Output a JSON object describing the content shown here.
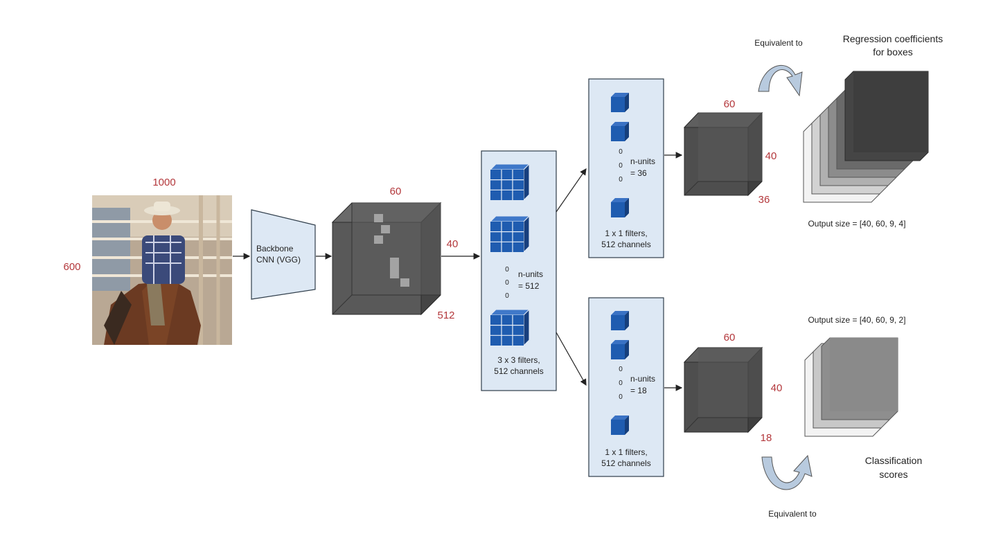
{
  "input": {
    "width_label": "1000",
    "height_label": "600"
  },
  "backbone": {
    "line1": "Backbone",
    "line2": "CNN (VGG)"
  },
  "feature_map": {
    "width": "60",
    "height": "40",
    "depth": "512"
  },
  "conv3x3": {
    "units_line1": "n-units",
    "units_line2": "= 512",
    "caption_line1": "3 x 3 filters,",
    "caption_line2": "512 channels",
    "dot": "0"
  },
  "reg_conv": {
    "units_line1": "n-units",
    "units_line2": "= 36",
    "caption_line1": "1 x 1 filters,",
    "caption_line2": "512 channels",
    "dot": "0"
  },
  "cls_conv": {
    "units_line1": "n-units",
    "units_line2": "= 18",
    "caption_line1": "1 x 1 filters,",
    "caption_line2": "512 channels",
    "dot": "0"
  },
  "reg_output": {
    "width": "60",
    "height": "40",
    "depth": "36"
  },
  "cls_output": {
    "width": "60",
    "height": "40",
    "depth": "18"
  },
  "reg_result": {
    "equivalent": "Equivalent to",
    "title_line1": "Regression coefficients",
    "title_line2": "for boxes",
    "output_size": "Output size = [40, 60, 9, 4]"
  },
  "cls_result": {
    "equivalent": "Equivalent to",
    "title_line1": "Classification",
    "title_line2": "scores",
    "output_size": "Output size = [40, 60, 9, 2]"
  },
  "colors": {
    "dimension": "#b3373b",
    "panel_fill": "#dde8f4",
    "panel_stroke": "#2f3d4a",
    "cube_blue": "#1f5cb0",
    "dark_cube": "#555555",
    "arrow_fill": "#b8cade"
  }
}
